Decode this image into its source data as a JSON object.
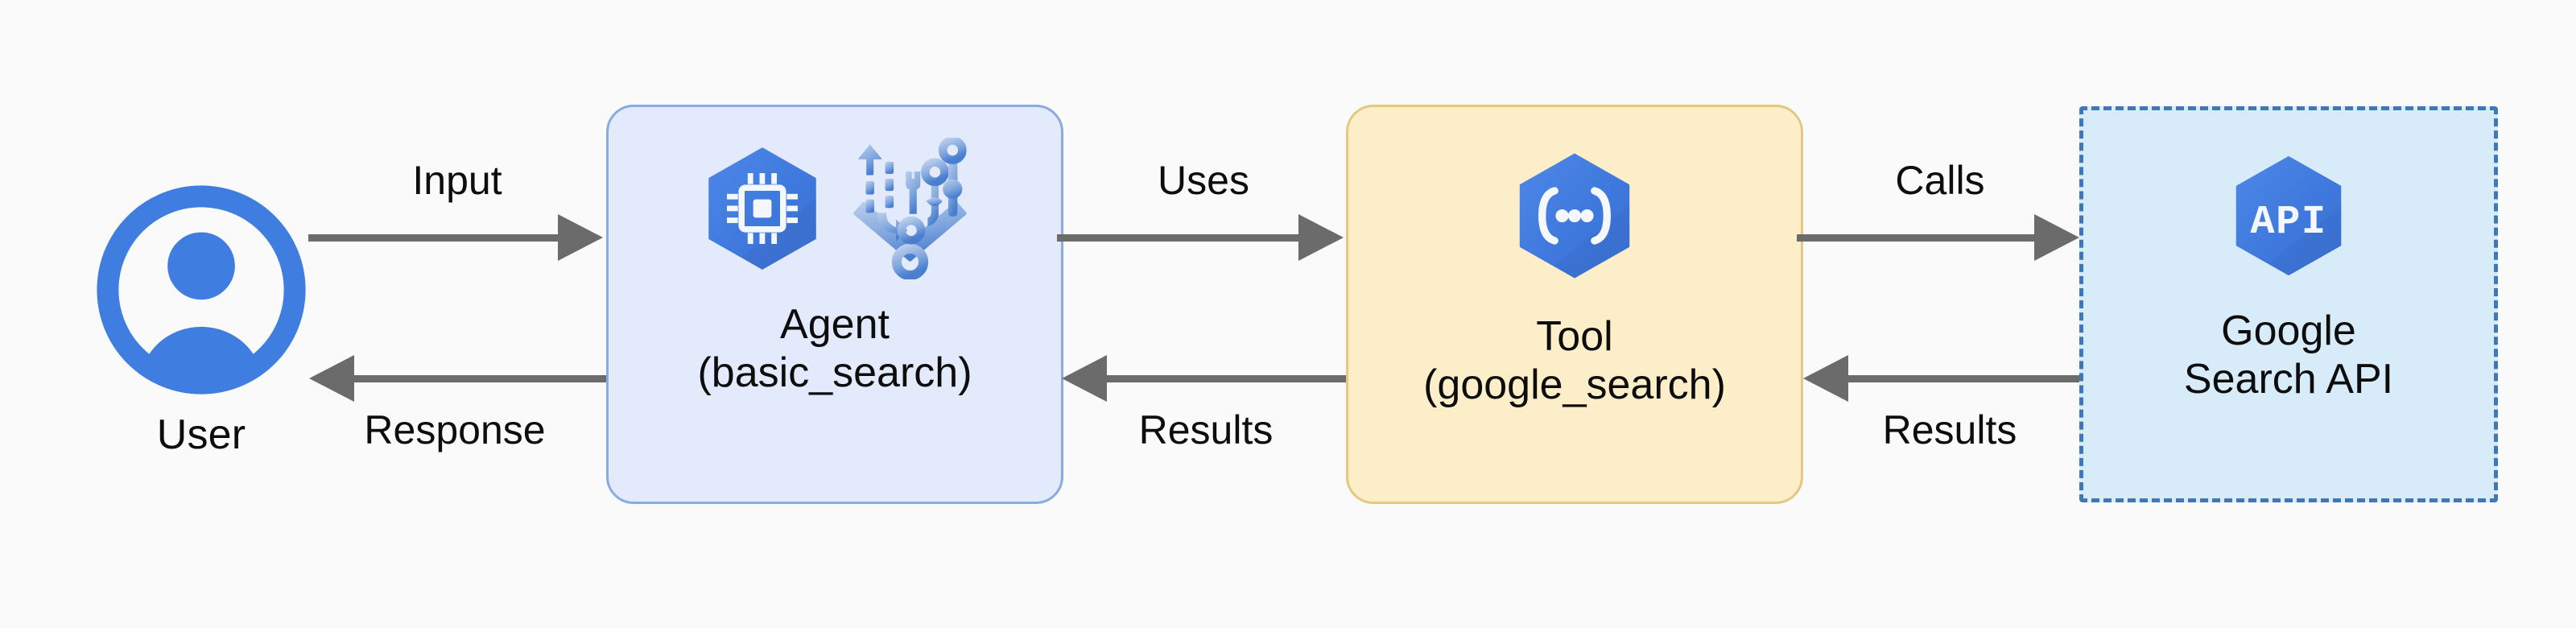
{
  "diagram": {
    "type": "flow",
    "background_color": "#fafafa",
    "edge_color": "#6b6b6b",
    "text_color": "#0d0d0d"
  },
  "nodes": [
    {
      "id": "user",
      "label": "User",
      "icon": "user-avatar-icon",
      "shape": "icon-with-label",
      "icon_color": "#3f7ee0"
    },
    {
      "id": "agent",
      "title": "Agent",
      "subtitle": "(basic_search)",
      "caption": "Agent\n(basic_search)",
      "shape": "rounded-rect",
      "fill": "#e3eafb",
      "border": "#8aabdd",
      "border_style": "solid",
      "icons": [
        "cpu-chip-hexagon-icon",
        "agent-workflow-branch-icon"
      ]
    },
    {
      "id": "tool",
      "title": "Tool",
      "subtitle": "(google_search)",
      "caption": "Tool\n(google_search)",
      "shape": "rounded-rect",
      "fill": "#fbeec8",
      "border": "#e3c97f",
      "border_style": "solid",
      "icons": [
        "function-brackets-hexagon-icon"
      ]
    },
    {
      "id": "google-search-api",
      "title": "Google",
      "subtitle": "Search API",
      "caption": "Google\nSearch API",
      "shape": "dashed-rect",
      "fill": "#d7ebf8",
      "border": "#3d79b8",
      "border_style": "dashed",
      "icons": [
        "api-hexagon-icon"
      ],
      "icon_text": "API"
    }
  ],
  "edges": [
    {
      "id": "user-to-agent",
      "label": "Input",
      "from": "user",
      "to": "agent",
      "direction": "right"
    },
    {
      "id": "agent-to-user",
      "label": "Response",
      "from": "agent",
      "to": "user",
      "direction": "left"
    },
    {
      "id": "agent-to-tool",
      "label": "Uses",
      "from": "agent",
      "to": "tool",
      "direction": "right"
    },
    {
      "id": "tool-to-agent",
      "label": "Results",
      "from": "tool",
      "to": "agent",
      "direction": "left"
    },
    {
      "id": "tool-to-api",
      "label": "Calls",
      "from": "tool",
      "to": "google-search-api",
      "direction": "right"
    },
    {
      "id": "api-to-tool",
      "label": "Results",
      "from": "google-search-api",
      "to": "tool",
      "direction": "left"
    }
  ]
}
